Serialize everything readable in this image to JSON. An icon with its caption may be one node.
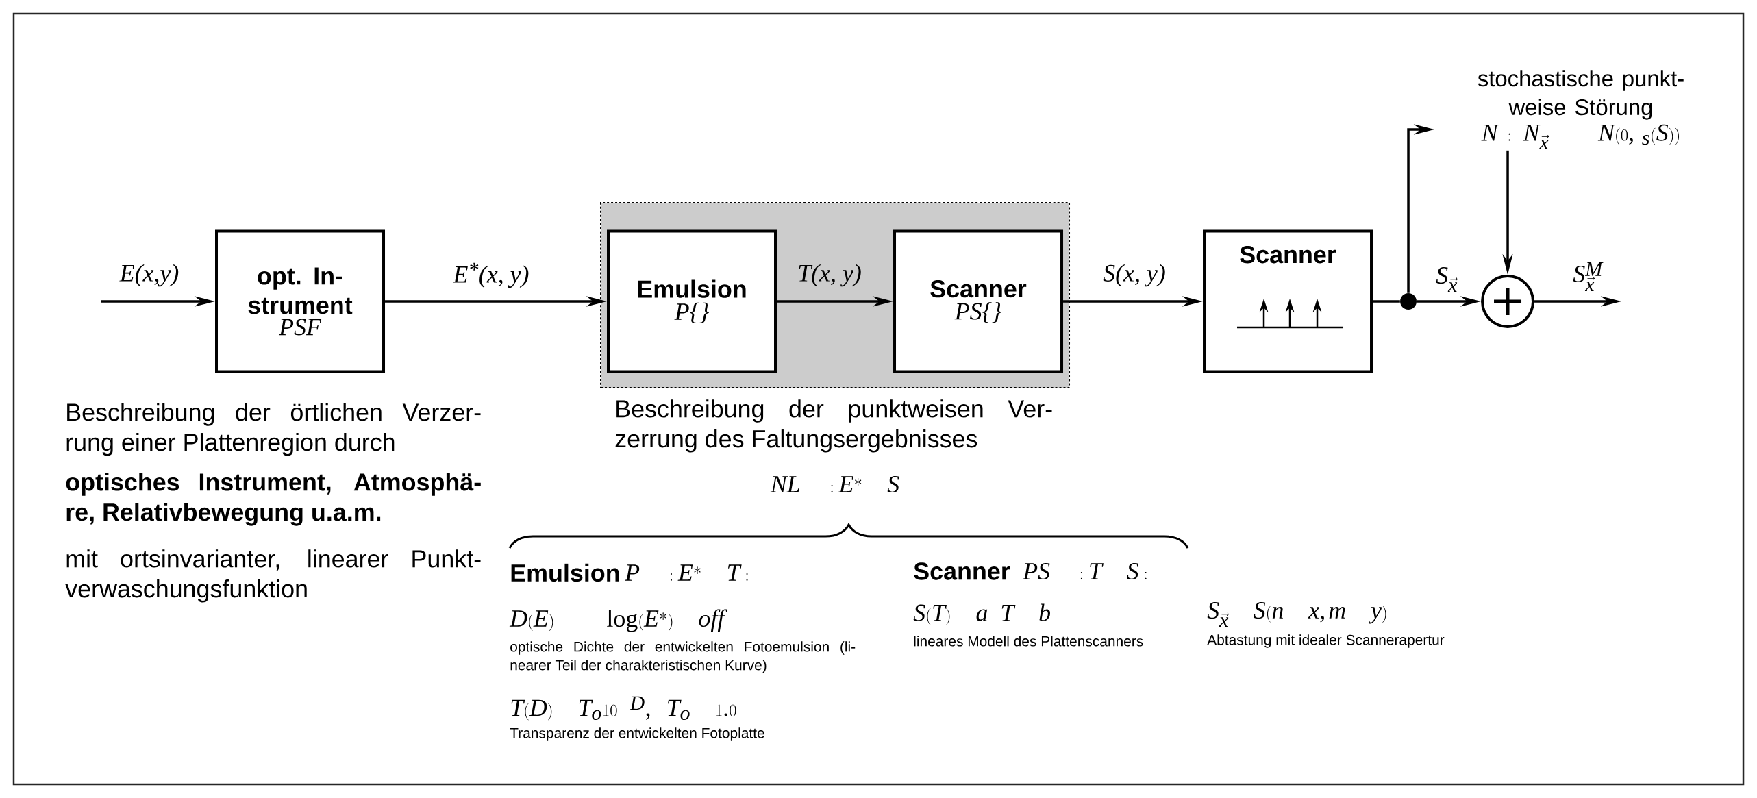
{
  "diagram": {
    "nodes": [
      {
        "text": [
          "opt. In- strument",
          "PSF"
        ]
      },
      {
        "text": [],
        "shape": "box",
        "beside": [
          "Beschreibung der punktweisen Ver- zerrung des Faltungsergebnisses"
        ]
      },
      {
        "text": [
          "Emulsion",
          "P{}"
        ],
        "in": 1
      },
      {
        "text": [
          "Scanner",
          "PS{}"
        ],
        "in": 1
      },
      {
        "text": [
          "Scanner"
        ]
      },
      {
        "text": [],
        "shape": "circle"
      },
      {
        "text": [
          "stochastische punkt- weise Störung",
          "N:\\ N_{\\vec{x}}\\qquad N(0,\\ \\ _{s}(S))"
        ]
      },
      {
        "text": [],
        "shape": "circle"
      }
    ],
    "edges": [
      {
        "from": null,
        "to": 0,
        "arrow": "to",
        "label": "E(x,y)"
      },
      {
        "from": 0,
        "to": 2,
        "arrow": "to",
        "label": "E$^{*}$(x, y)"
      },
      {
        "from": 2,
        "to": 3,
        "arrow": "to",
        "label": "T(x, y)"
      },
      {
        "from": 3,
        "to": 4,
        "arrow": "to",
        "label": "S(x, y)"
      },
      {
        "from": 4,
        "to": 5,
        "arrow": "none"
      },
      {
        "from": 5,
        "to": 7,
        "arrow": "to",
        "label": "S_{\\vec{x}}"
      },
      {
        "from": 7,
        "to": null,
        "arrow": "to",
        "label": "S^{M}_{\\vec{x}}"
      },
      {
        "from": 5,
        "to": null,
        "arrow": "to"
      },
      {
        "from": 6,
        "to": 7,
        "arrow": "to"
      }
    ],
    "labels": [
      "Beschreibung der örtlichen Verzer- rung einer Plattenregion durch",
      "optisches Instrument, Atmosphä- re, Relativbewegung u.a.m.",
      "mit ortsinvarianter, linearer Punkt- verwaschungsfunktion",
      "NL\\quad :E^{*}\\quad S",
      "Emulsion",
      "P\\quad :E^{*}\\quad T:",
      "D(E)\\qquad \\log(E^{*})\\quad \\mathit{off}",
      "optische Dichte der entwickelten Fotoemulsion (li- nearer Teil der charakteristischen Kurve)",
      "T(D)\\quad T_{o}10^{\\ \\ D},\\ \\ T_{o}\\quad 1.0",
      "Transparenz der entwickelten Fotoplatte",
      "Scanner",
      "PS\\quad :T\\quad S:",
      "S(T)\\quad a\\ \\ T\\quad b",
      "lineares Modell des Plattenscanners",
      "S_{\\vec{x}}\\quad S(n\\quad x,m\\quad y)",
      "Abtastung mit idealer Scannerapertur"
    ]
  }
}
